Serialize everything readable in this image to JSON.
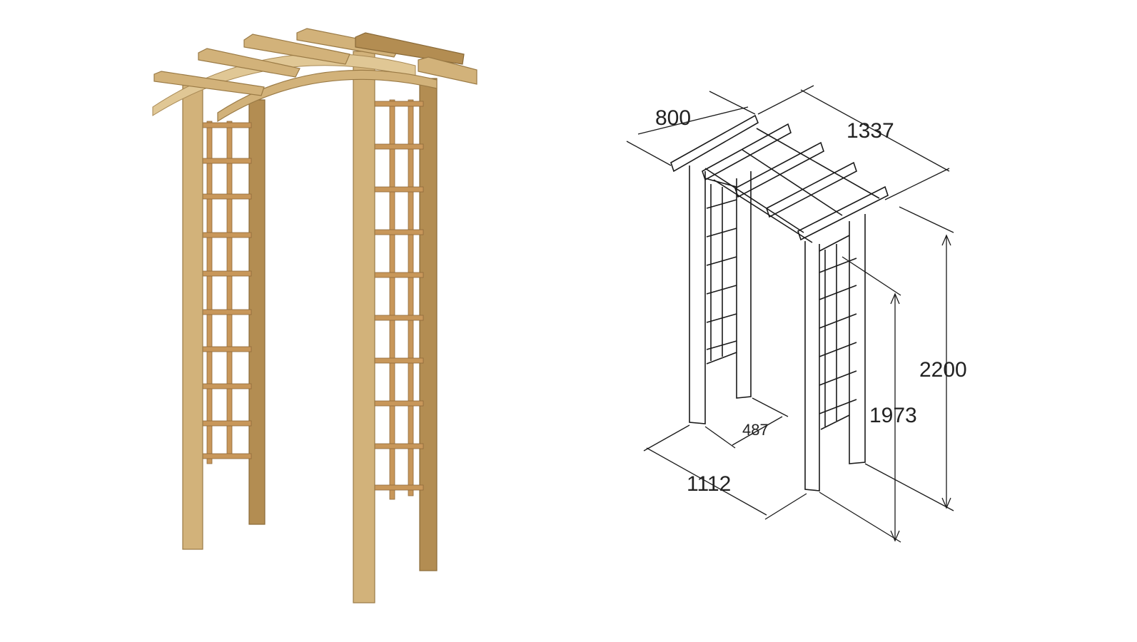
{
  "dimensions": {
    "top_depth": "800",
    "top_length": "1337",
    "total_height": "2200",
    "passage_height": "1973",
    "post_depth": "487",
    "base_width": "1112"
  }
}
